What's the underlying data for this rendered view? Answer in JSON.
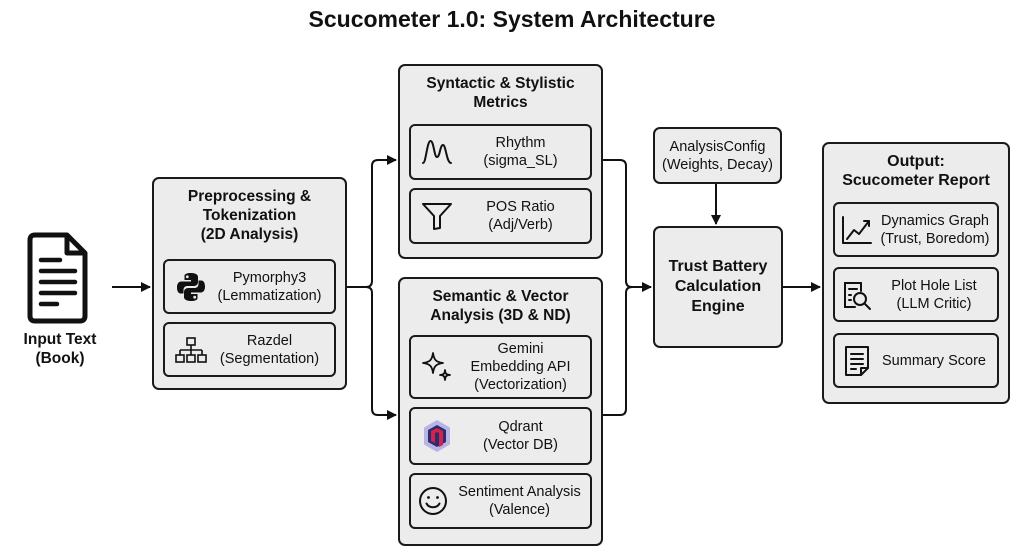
{
  "title": "Scucometer 1.0: System Architecture",
  "input": {
    "line1": "Input Text",
    "line2": "(Book)",
    "icon": "document-icon"
  },
  "preprocessing": {
    "title": [
      "Preprocessing &",
      "Tokenization",
      "(2D Analysis)"
    ],
    "items": [
      {
        "icon": "python-icon",
        "line1": "Pymorphy3",
        "line2": "(Lemmatization)"
      },
      {
        "icon": "hierarchy-icon",
        "line1": "Razdel",
        "line2": "(Segmentation)"
      }
    ]
  },
  "syntactic": {
    "title": [
      "Syntactic & Stylistic",
      "Metrics"
    ],
    "items": [
      {
        "icon": "waveform-icon",
        "line1": "Rhythm",
        "line2": "(sigma_SL)"
      },
      {
        "icon": "funnel-icon",
        "line1": "POS Ratio",
        "line2": "(Adj/Verb)"
      }
    ]
  },
  "semantic": {
    "title": [
      "Semantic & Vector",
      "Analysis (3D & ND)"
    ],
    "items": [
      {
        "icon": "sparkle-icon",
        "line1": "Gemini",
        "line2": "Embedding API",
        "line3": "(Vectorization)"
      },
      {
        "icon": "qdrant-logo-icon",
        "line1": "Qdrant",
        "line2": "(Vector DB)"
      },
      {
        "icon": "smiley-icon",
        "line1": "Sentiment Analysis",
        "line2": "(Valence)"
      }
    ]
  },
  "config": {
    "line1": "AnalysisConfig",
    "line2": "(Weights, Decay)"
  },
  "engine": {
    "lines": [
      "Trust Battery",
      "Calculation",
      "Engine"
    ]
  },
  "output": {
    "title": [
      "Output:",
      "Scucometer Report"
    ],
    "items": [
      {
        "icon": "line-chart-icon",
        "line1": "Dynamics Graph",
        "line2": "(Trust, Boredom)"
      },
      {
        "icon": "document-search-icon",
        "line1": "Plot Hole List",
        "line2": "(LLM Critic)"
      },
      {
        "icon": "summary-document-icon",
        "line1": "Summary Score"
      }
    ]
  },
  "colors": {
    "box_fill": "#ececec",
    "stroke": "#1a1a1a",
    "qdrant_red": "#d6224a",
    "qdrant_navy": "#2b2d6e",
    "qdrant_lilac": "#b7b5e6"
  }
}
